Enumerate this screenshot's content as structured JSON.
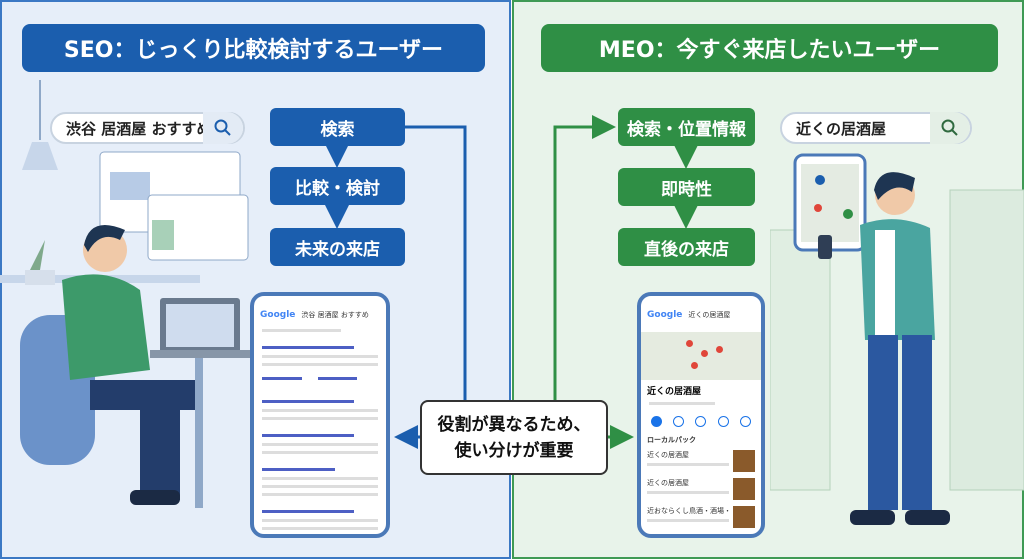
{
  "seo": {
    "title": "SEO：じっくり比較検討するユーザー",
    "search_query": "渋谷 居酒屋 おすすめ",
    "flow": [
      "検索",
      "比較・検討",
      "未来の来店"
    ],
    "phone": {
      "brand": "Google",
      "query": "渋谷 居酒屋 おすすめ"
    },
    "color": "#1b5eae"
  },
  "meo": {
    "title": "MEO：今すぐ来店したいユーザー",
    "search_query": "近くの居酒屋",
    "flow": [
      "検索・位置情報",
      "即時性",
      "直後の来店"
    ],
    "phone": {
      "brand": "Google",
      "query": "近くの居酒屋",
      "place_title": "近くの居酒屋",
      "section": "ローカルパック",
      "results": [
        "近くの居酒屋",
        "近くの居酒屋",
        "近おならくし鳥酒・酒場・居酒屋"
      ]
    },
    "color": "#2f8f45"
  },
  "center": {
    "line1": "役割が異なるため、",
    "line2": "使い分けが重要"
  }
}
